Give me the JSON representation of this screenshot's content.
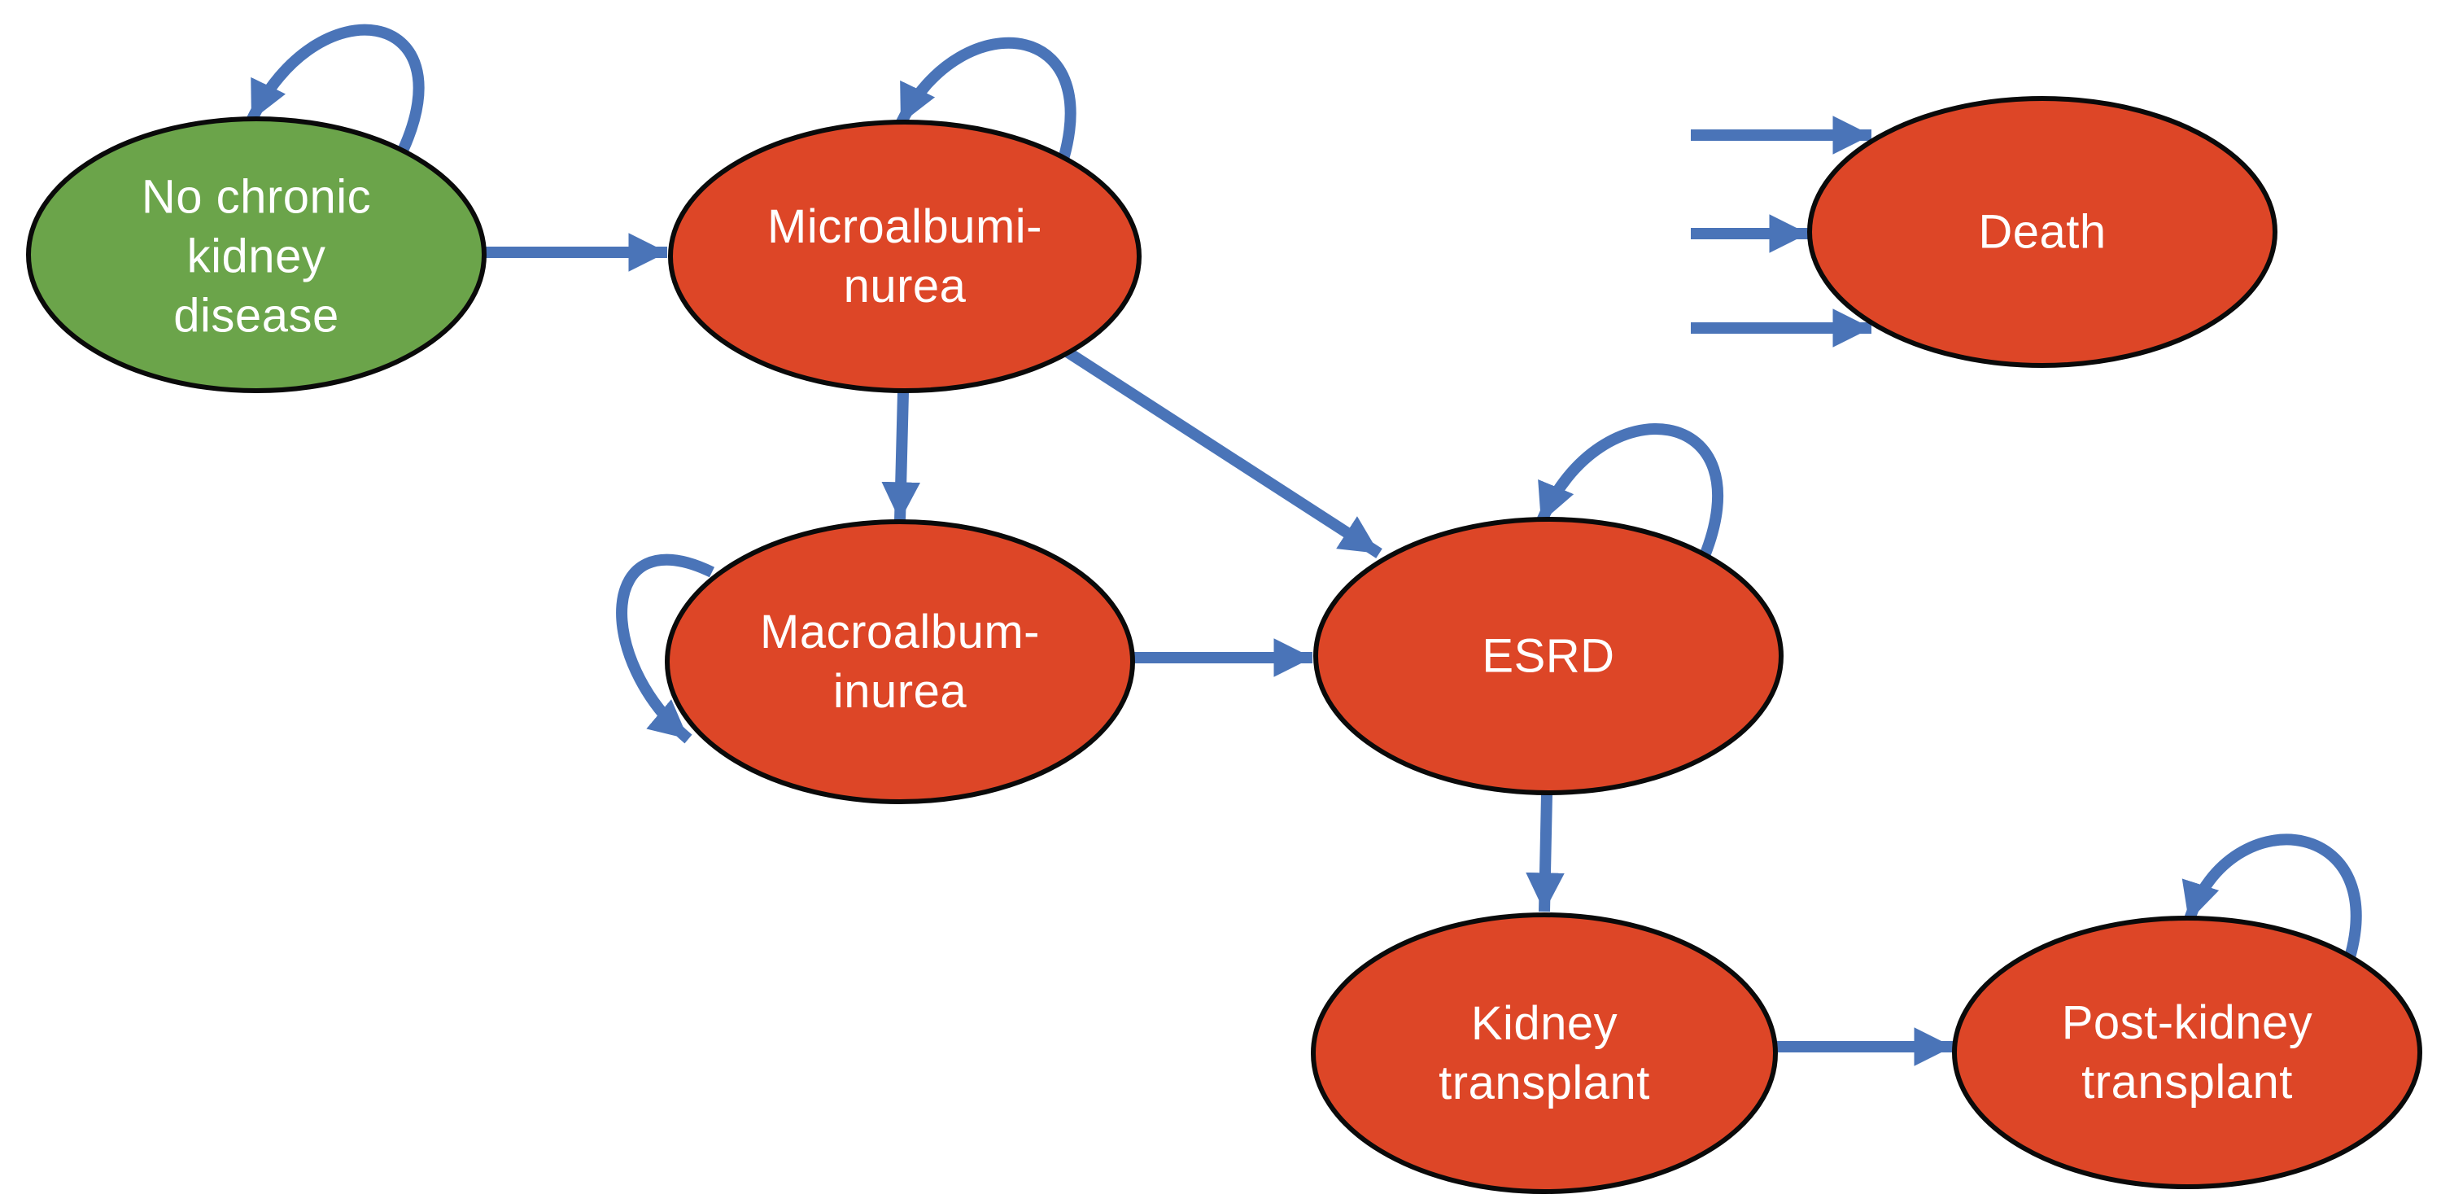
{
  "colors": {
    "state_red": "#DD4627",
    "state_green": "#6BA44A",
    "arrow_blue": "#4A74B8",
    "node_outline": "#0A0A0A",
    "label_text": "#FFFFFF",
    "background": "#FFFFFF"
  },
  "nodes": [
    {
      "id": "no-chronic-kidney-disease",
      "label": "No chronic\nkidney\ndisease",
      "fill": "green",
      "self_loop": true
    },
    {
      "id": "microalbuminurea",
      "label": "Microalbumi-\nnurea",
      "fill": "red",
      "self_loop": true
    },
    {
      "id": "death",
      "label": "Death",
      "fill": "red",
      "self_loop": false
    },
    {
      "id": "macroalbuminurea",
      "label": "Macroalbum-\ninurea",
      "fill": "red",
      "self_loop": true
    },
    {
      "id": "esrd",
      "label": "ESRD",
      "fill": "red",
      "self_loop": true
    },
    {
      "id": "kidney-transplant",
      "label": "Kidney\ntransplant",
      "fill": "red",
      "self_loop": false
    },
    {
      "id": "post-kidney-transplant",
      "label": "Post-kidney\ntransplant",
      "fill": "red",
      "self_loop": true
    }
  ],
  "edges": [
    {
      "from": "no-chronic-kidney-disease",
      "to": "no-chronic-kidney-disease",
      "type": "self-loop"
    },
    {
      "from": "no-chronic-kidney-disease",
      "to": "microalbuminurea",
      "type": "transition"
    },
    {
      "from": "microalbuminurea",
      "to": "microalbuminurea",
      "type": "self-loop"
    },
    {
      "from": "microalbuminurea",
      "to": "macroalbuminurea",
      "type": "transition"
    },
    {
      "from": "microalbuminurea",
      "to": "esrd",
      "type": "transition"
    },
    {
      "from": "macroalbuminurea",
      "to": "macroalbuminurea",
      "type": "self-loop"
    },
    {
      "from": "macroalbuminurea",
      "to": "esrd",
      "type": "transition"
    },
    {
      "from": "esrd",
      "to": "esrd",
      "type": "self-loop"
    },
    {
      "from": "esrd",
      "to": "kidney-transplant",
      "type": "transition"
    },
    {
      "from": "kidney-transplant",
      "to": "post-kidney-transplant",
      "type": "transition"
    },
    {
      "from": "post-kidney-transplant",
      "to": "post-kidney-transplant",
      "type": "self-loop"
    },
    {
      "from": null,
      "to": "death",
      "type": "transition"
    },
    {
      "from": null,
      "to": "death",
      "type": "transition"
    },
    {
      "from": null,
      "to": "death",
      "type": "transition"
    }
  ]
}
